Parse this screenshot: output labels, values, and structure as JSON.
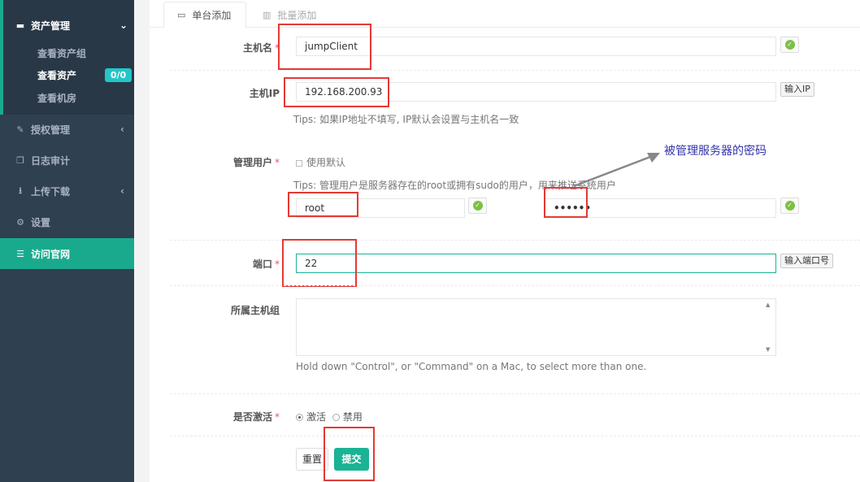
{
  "sidebar": {
    "asset_menu": "资产管理",
    "asset_sub": [
      "查看资产组",
      "查看资产",
      "查看机房"
    ],
    "asset_badge": "0/0",
    "items": [
      "授权管理",
      "日志审计",
      "上传下载",
      "设置"
    ],
    "active": "访问官网"
  },
  "tabs": {
    "single": "单台添加",
    "batch": "批量添加"
  },
  "form": {
    "hostname_label": "主机名",
    "hostname_value": "jumpClient",
    "ip_label": "主机IP",
    "ip_value": "192.168.200.93",
    "ip_button": "输入IP",
    "ip_tips": "Tips: 如果IP地址不填写, IP默认会设置与主机名一致",
    "user_label": "管理用户",
    "use_default": "使用默认",
    "user_tips": "Tips: 管理用户是服务器存在的root或拥有sudo的用户，用来推送系统用户",
    "username_value": "root",
    "password_value": "••••••",
    "port_label": "端口",
    "port_value": "22",
    "port_button": "输入端口号",
    "group_label": "所属主机组",
    "group_tips": "Hold down \"Control\", or \"Command\" on a Mac, to select more than one.",
    "active_label": "是否激活",
    "active_on": "激活",
    "active_off": "禁用",
    "reset": "重置",
    "submit": "提交",
    "required_mark": "*"
  },
  "annotation": "被管理服务器的密码",
  "colors": {
    "sidebar": "#2f4050",
    "accent": "#1ab394",
    "annotation_box": "#e53935"
  }
}
